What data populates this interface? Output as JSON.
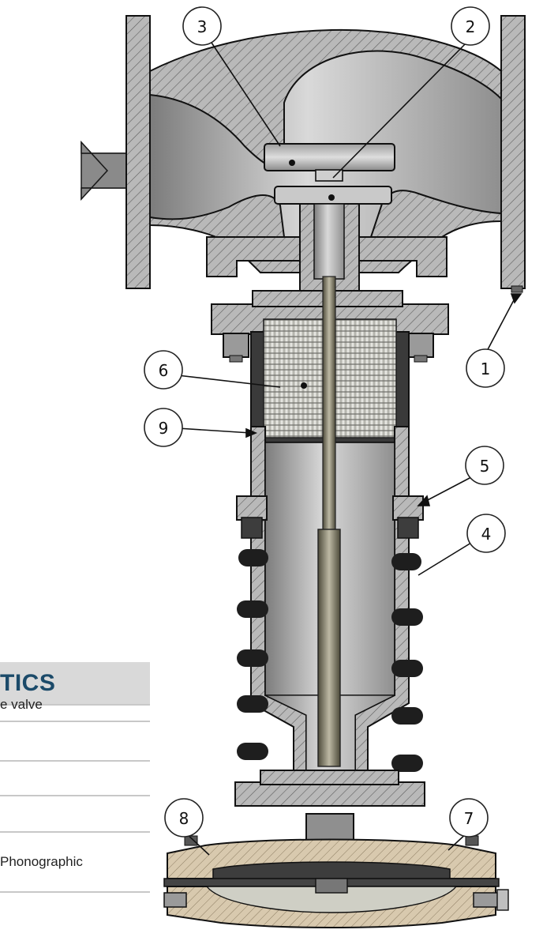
{
  "callouts": [
    {
      "id": "1",
      "label": "1"
    },
    {
      "id": "2",
      "label": "2"
    },
    {
      "id": "3",
      "label": "3"
    },
    {
      "id": "4",
      "label": "4"
    },
    {
      "id": "5",
      "label": "5"
    },
    {
      "id": "6",
      "label": "6"
    },
    {
      "id": "7",
      "label": "7"
    },
    {
      "id": "8",
      "label": "8"
    },
    {
      "id": "9",
      "label": "9"
    }
  ],
  "characteristics": {
    "title": "TICS",
    "rows": [
      "e valve",
      "",
      "",
      "",
      "Phonographic"
    ]
  },
  "colors": {
    "hatch_body": "#8c8c8c",
    "casting_gray": "#b4b4b4",
    "bellows": "#dcdcd6",
    "spring": "#1e1e1e",
    "actuator_tan": "#d8c9ae",
    "title_blue": "#1b4a69",
    "flow_arrow": "#8a8a8a"
  }
}
